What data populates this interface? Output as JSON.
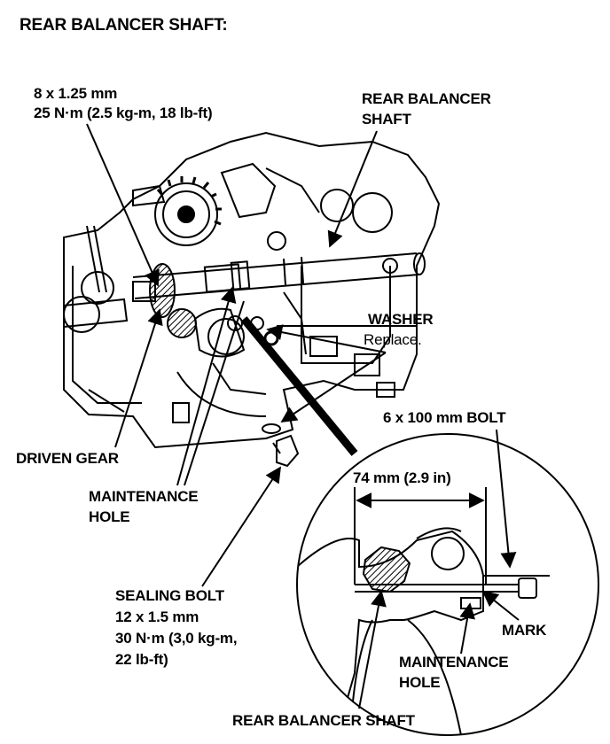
{
  "title": "REAR BALANCER SHAFT:",
  "labels": {
    "bolt_spec_size": "8 x 1.25 mm",
    "bolt_spec_torque": "25 N·m (2.5 kg-m, 18 lb-ft)",
    "rear_balancer_shaft_line1": "REAR BALANCER",
    "rear_balancer_shaft_line2": "SHAFT",
    "washer": "WASHER",
    "replace": "Replace.",
    "bolt_6x100": "6 x 100 mm BOLT",
    "driven_gear": "DRIVEN GEAR",
    "maintenance_hole_line1": "MAINTENANCE",
    "maintenance_hole_line2": "HOLE",
    "dimension": "74 mm (2.9 in)",
    "sealing_bolt": "SEALING BOLT",
    "sealing_bolt_size": "12 x 1.5 mm",
    "sealing_bolt_torque_line1": "30 N·m (3,0 kg-m,",
    "sealing_bolt_torque_line2": "22 lb-ft)",
    "mark": "MARK",
    "detail_maintenance_line1": "MAINTENANCE",
    "detail_maintenance_line2": "HOLE",
    "detail_shaft": "REAR BALANCER SHAFT"
  }
}
